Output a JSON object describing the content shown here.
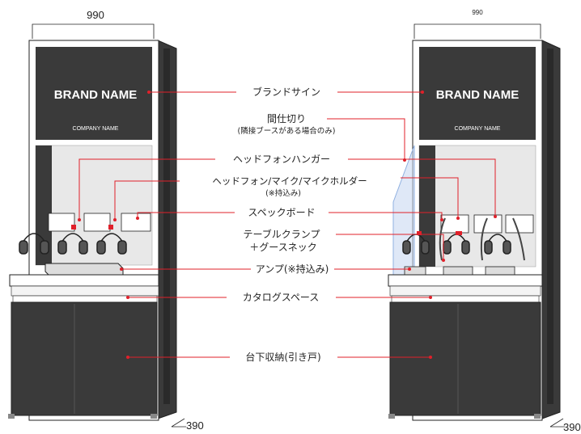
{
  "dimensions": {
    "left_width": "990",
    "right_width": "990",
    "left_depth": "390",
    "right_depth": "390"
  },
  "signage": {
    "brand_name": "BRAND NAME",
    "company_name": "COMPANY NAME"
  },
  "labels": {
    "brand_sign": "ブランドサイン",
    "partition": "間仕切り",
    "partition_note": "(隣接ブースがある場合のみ)",
    "headphone_hanger": "ヘッドフォンハンガー",
    "headphone_mic_holder": "ヘッドフォン/マイク/マイクホルダー",
    "headphone_mic_holder_note": "(※持込み)",
    "spec_board": "スペックボード",
    "table_clamp": "テーブルクランプ",
    "gooseneck": "＋グースネック",
    "amp": "アンプ(※持込み)",
    "catalog_space": "カタログスペース",
    "storage": "台下収納(引き戸)"
  },
  "colors": {
    "panel_dark": "#3a3a3a",
    "frame": "#ffffff",
    "leader_red": "#e0202a",
    "partition_blue": "#8fb0e0"
  }
}
